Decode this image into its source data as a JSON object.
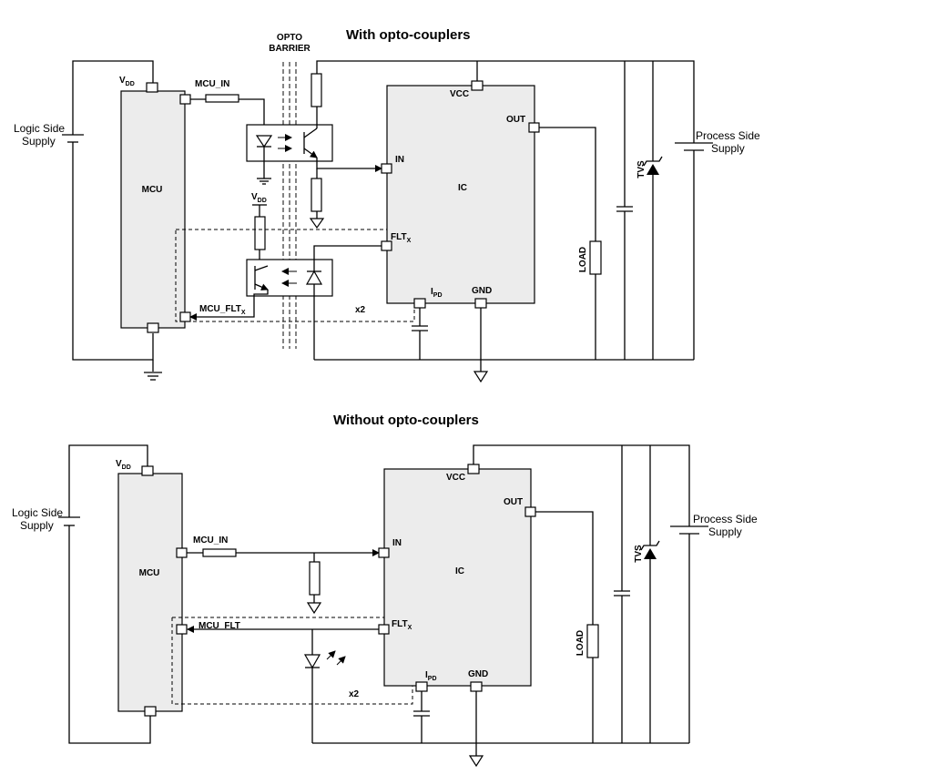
{
  "diagram_top": {
    "title": "With opto-couplers",
    "barrier_line1": "OPTO",
    "barrier_line2": "BARRIER",
    "logic_supply_line1": "Logic Side",
    "logic_supply_line2": "Supply",
    "process_supply_line1": "Process Side",
    "process_supply_line2": "Supply",
    "mcu": "MCU",
    "ic": "IC",
    "vdd": "V",
    "vdd_sub": "DD",
    "vcc": "VCC",
    "out": "OUT",
    "in": "IN",
    "flt": "FLT",
    "flt_sub": "X",
    "ipd": "I",
    "ipd_sub": "PD",
    "gnd": "GND",
    "mcu_in": "MCU_IN",
    "mcu_flt": "MCU_FLT",
    "mcu_flt_sub": "X",
    "x2": "x2",
    "load": "LOAD",
    "tvs": "TVS"
  },
  "diagram_bottom": {
    "title": "Without opto-couplers",
    "logic_supply_line1": "Logic Side",
    "logic_supply_line2": "Supply",
    "process_supply_line1": "Process Side",
    "process_supply_line2": "Supply",
    "mcu": "MCU",
    "ic": "IC",
    "vdd": "V",
    "vdd_sub": "DD",
    "vcc": "VCC",
    "out": "OUT",
    "in": "IN",
    "flt": "FLT",
    "flt_sub": "X",
    "ipd": "I",
    "ipd_sub": "PD",
    "gnd": "GND",
    "mcu_in": "MCU_IN",
    "mcu_flt": "MCU_FLT",
    "x2": "x2",
    "load": "LOAD",
    "tvs": "TVS"
  },
  "icons": [
    "battery-icon",
    "resistor-icon",
    "capacitor-icon",
    "led-icon",
    "phototransistor-icon",
    "tvs-diode-icon",
    "ground-icon",
    "arrow-icon"
  ]
}
